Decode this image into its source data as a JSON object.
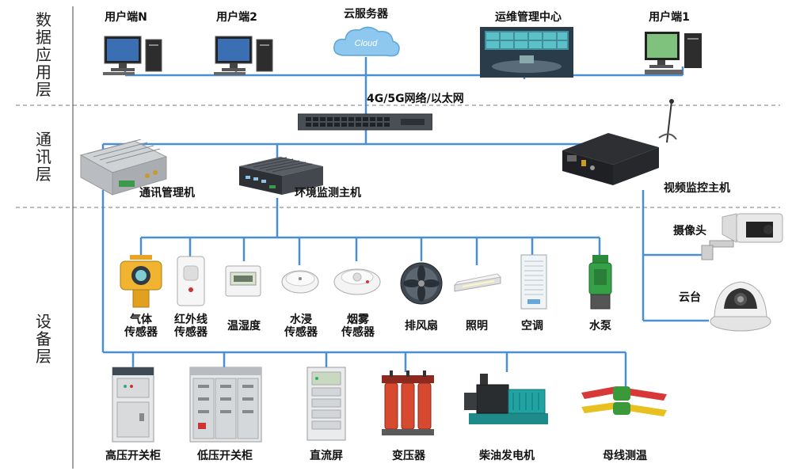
{
  "layers": {
    "data_app": "数据应用层",
    "comm": "通讯层",
    "device": "设备层"
  },
  "network_label": "4G/5G网络/以太网",
  "cloud_text": "Cloud",
  "top_nodes": {
    "user_n": "用户端N",
    "user_2": "用户端2",
    "cloud_server": "云服务器",
    "ops_center": "运维管理中心",
    "user_1": "用户端1"
  },
  "comm_nodes": {
    "comm_manager": "通讯管理机",
    "env_host": "环境监测主机",
    "video_host": "视频监控主机"
  },
  "video_devices": {
    "camera": "摄像头",
    "ptz": "云台"
  },
  "sensors": {
    "gas_line1": "气体",
    "gas_line2": "传感器",
    "ir_line1": "红外线",
    "ir_line2": "传感器",
    "temp_humidity": "温湿度",
    "water_line1": "水浸",
    "water_line2": "传感器",
    "smoke_line1": "烟雾",
    "smoke_line2": "传感器",
    "exhaust_fan": "排风扇",
    "lighting": "照明",
    "ac": "空调",
    "pump": "水泵"
  },
  "power_equipment": {
    "hv_cabinet": "高压开关柜",
    "lv_cabinet": "低压开关柜",
    "dc_screen": "直流屏",
    "transformer": "变压器",
    "diesel_gen": "柴油发电机",
    "busbar_temp": "母线测温"
  },
  "colors": {
    "wire": "#4a8fd4",
    "divider": "#7a7a7a"
  }
}
